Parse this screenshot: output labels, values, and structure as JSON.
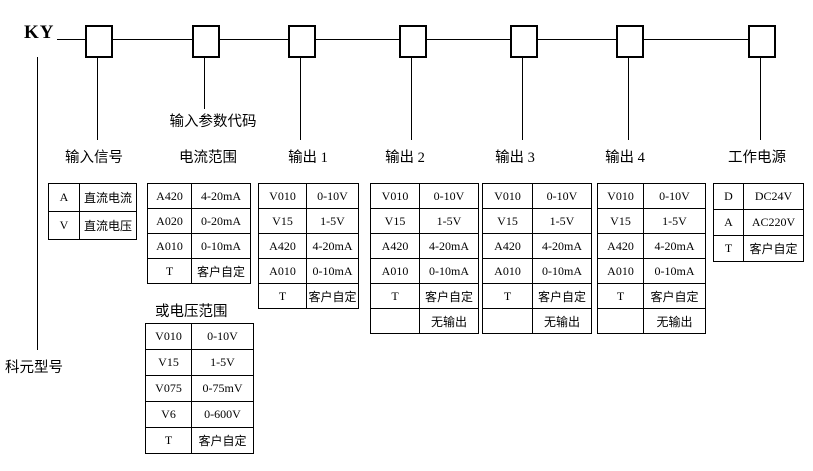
{
  "diagram": {
    "prefix": "KY",
    "model_label": "科元型号",
    "param_code_label": "输入参数代码",
    "voltage_alt_label": "或电压范围",
    "columns": [
      {
        "label": "输入信号"
      },
      {
        "label": "电流范围"
      },
      {
        "label": "输出 1"
      },
      {
        "label": "输出 2"
      },
      {
        "label": "输出 3"
      },
      {
        "label": "输出 4"
      },
      {
        "label": "工作电源"
      }
    ],
    "colors": {
      "ink": "#000000",
      "background": "#ffffff"
    }
  },
  "tables": {
    "input_signal": {
      "rows": [
        [
          "A",
          "直流电流"
        ],
        [
          "V",
          "直流电压"
        ]
      ]
    },
    "current_range": {
      "rows": [
        [
          "A420",
          "4-20mA"
        ],
        [
          "A020",
          "0-20mA"
        ],
        [
          "A010",
          "0-10mA"
        ],
        [
          "T",
          "客户自定"
        ]
      ]
    },
    "voltage_range": {
      "rows": [
        [
          "V010",
          "0-10V"
        ],
        [
          "V15",
          "1-5V"
        ],
        [
          "V075",
          "0-75mV"
        ],
        [
          "V6",
          "0-600V"
        ],
        [
          "T",
          "客户自定"
        ]
      ]
    },
    "output1": {
      "rows": [
        [
          "V010",
          "0-10V"
        ],
        [
          "V15",
          "1-5V"
        ],
        [
          "A420",
          "4-20mA"
        ],
        [
          "A010",
          "0-10mA"
        ],
        [
          "T",
          "客户自定"
        ]
      ]
    },
    "output2": {
      "rows": [
        [
          "V010",
          "0-10V"
        ],
        [
          "V15",
          "1-5V"
        ],
        [
          "A420",
          "4-20mA"
        ],
        [
          "A010",
          "0-10mA"
        ],
        [
          "T",
          "客户自定"
        ],
        [
          "",
          "无输出"
        ]
      ]
    },
    "output3": {
      "rows": [
        [
          "V010",
          "0-10V"
        ],
        [
          "V15",
          "1-5V"
        ],
        [
          "A420",
          "4-20mA"
        ],
        [
          "A010",
          "0-10mA"
        ],
        [
          "T",
          "客户自定"
        ],
        [
          "",
          "无输出"
        ]
      ]
    },
    "output4": {
      "rows": [
        [
          "V010",
          "0-10V"
        ],
        [
          "V15",
          "1-5V"
        ],
        [
          "A420",
          "4-20mA"
        ],
        [
          "A010",
          "0-10mA"
        ],
        [
          "T",
          "客户自定"
        ],
        [
          "",
          "无输出"
        ]
      ]
    },
    "power": {
      "rows": [
        [
          "D",
          "DC24V"
        ],
        [
          "A",
          "AC220V"
        ],
        [
          "T",
          "客户自定"
        ]
      ]
    }
  }
}
